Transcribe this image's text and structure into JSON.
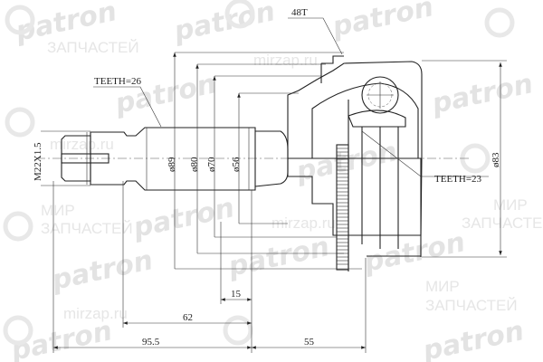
{
  "watermarks": {
    "brand": "patron",
    "shop_line1": "МИР",
    "shop_line2": "ЗАПЧАСТЕЙ",
    "site": "mirzap.ru"
  },
  "labels": {
    "teeth_shaft": "TEETH=26",
    "abs_teeth": "48T",
    "teeth_inner": "TEETH=23",
    "thread": "M22X1.5",
    "d89": "ø89",
    "d80": "ø80",
    "d70": "ø70",
    "d56": "ø56",
    "d83": "ø83",
    "len15": "15",
    "len62": "62",
    "len95": "95.5",
    "len55": "55"
  },
  "colors": {
    "line": "#222222",
    "watermark": "#e3e3e3"
  }
}
